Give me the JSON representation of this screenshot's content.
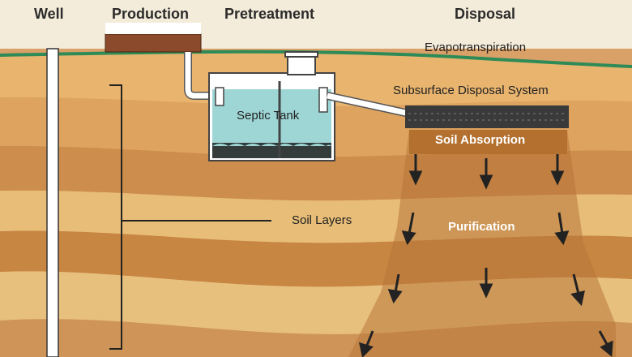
{
  "headers": {
    "well": "Well",
    "production": "Production",
    "pretreatment": "Pretreatment",
    "disposal": "Disposal"
  },
  "labels": {
    "evapotranspiration": "Evapotranspiration",
    "subsurface_disposal_system": "Subsurface Disposal System",
    "septic_tank": "Septic Tank",
    "soil_absorption": "Soil Absorption",
    "soil_layers": "Soil Layers",
    "purification": "Purification"
  },
  "colors": {
    "sky": "#f3ead6",
    "grass": "#2e8b57",
    "soil_top": "#e0a15c",
    "soil_mid": "#c8823f",
    "soil_light": "#e9c27f",
    "soil_dark": "#a96a33",
    "house": "#8b4a2b",
    "tank_water": "#9ed6d6",
    "pipe": "#ffffff",
    "gravel_bed": "#3a3a3a",
    "arrow": "#222222"
  }
}
